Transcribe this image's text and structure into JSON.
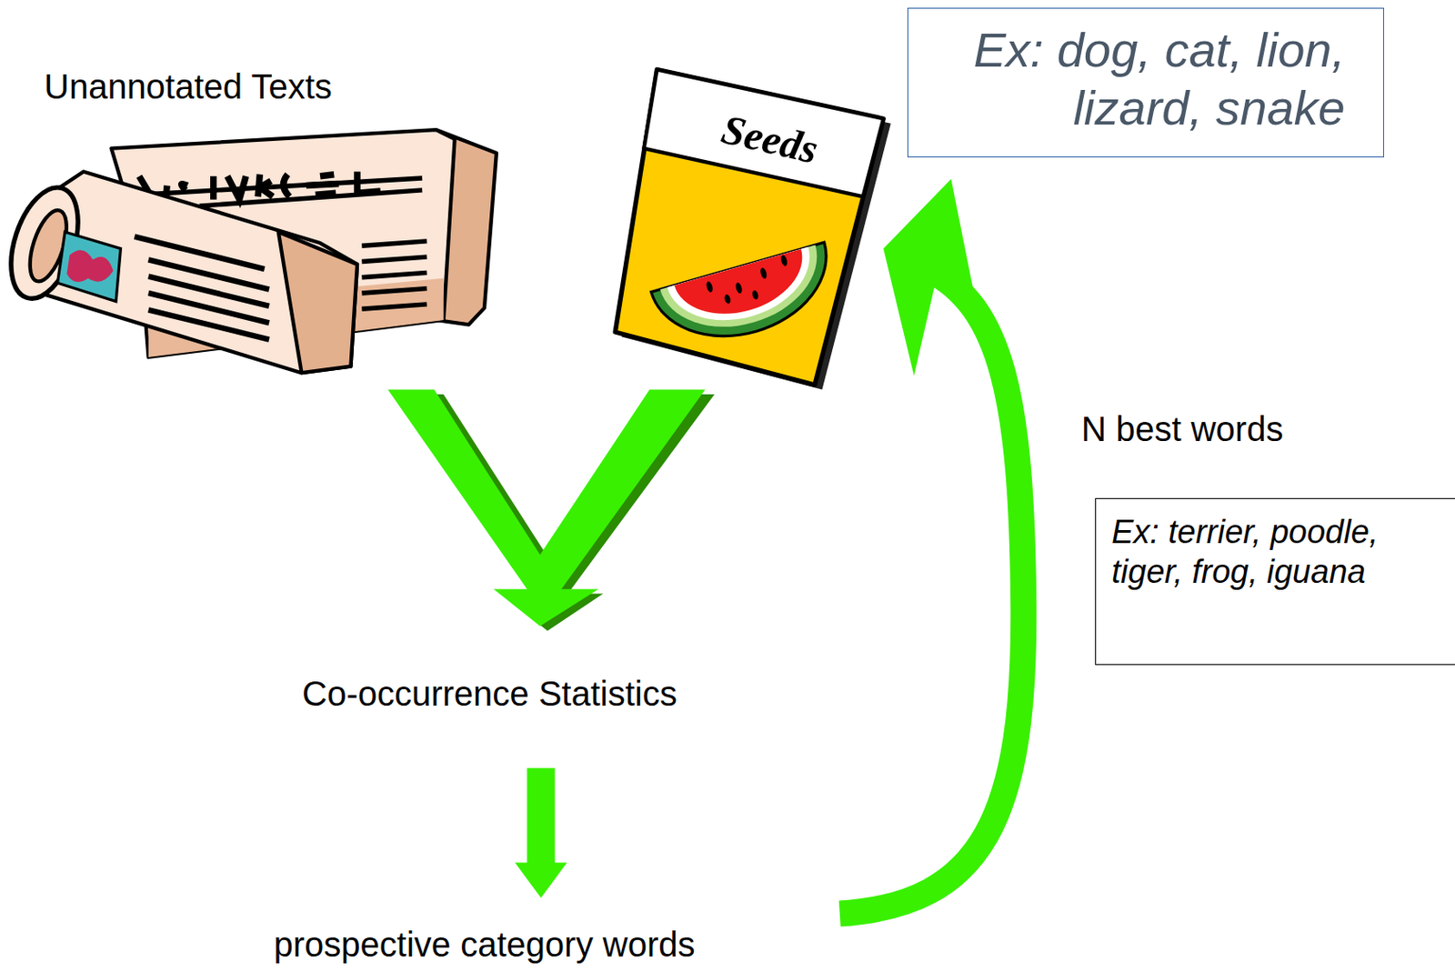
{
  "diagram": {
    "nodes": [
      {
        "text": [
          "Ex: dog, cat, lion, lizard, snake"
        ]
      },
      {
        "text": [
          "Ex: terrier, poodle, tiger, frog, iguana"
        ]
      }
    ],
    "labels": [
      "Unannotated Texts",
      "Seeds",
      "N best words",
      "Co-occurrence Statistics",
      "prospective category words"
    ]
  }
}
